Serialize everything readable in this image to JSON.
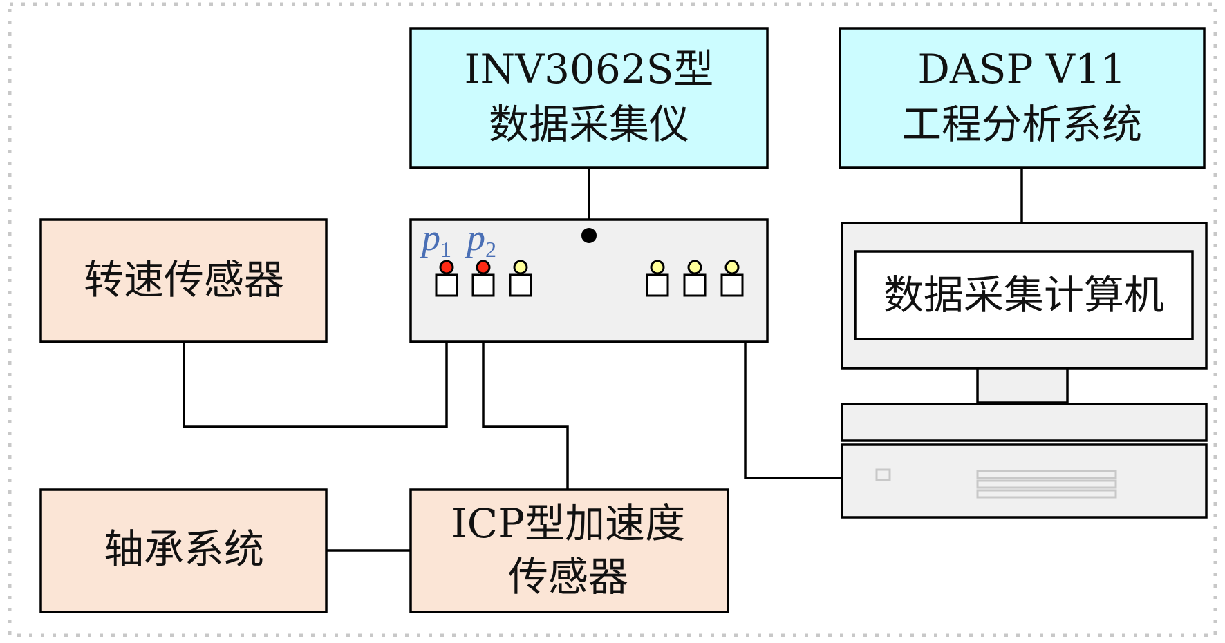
{
  "colors": {
    "instrument_fill": "#ccfcff",
    "component_fill": "#fbe5d6",
    "device_fill": "#f0f0f0",
    "port_red": "#ff2a14",
    "port_yellow": "#ffff99",
    "label_blue": "#4a6fb5",
    "border_dotted": "#c8c8c8"
  },
  "boxes": {
    "acquisition_instrument": {
      "line1": "INV3062S型",
      "line2": "数据采集仪"
    },
    "analysis_system": {
      "line1": "DASP V11",
      "line2": "工程分析系统"
    },
    "speed_sensor": {
      "label": "转速传感器"
    },
    "bearing_system": {
      "label": "轴承系统"
    },
    "accelerometer": {
      "line1": "ICP型加速度",
      "line2": "传感器"
    },
    "computer_screen": {
      "label": "数据采集计算机"
    }
  },
  "ports": {
    "p1": {
      "base": "p",
      "sub": "1"
    },
    "p2": {
      "base": "p",
      "sub": "2"
    }
  }
}
